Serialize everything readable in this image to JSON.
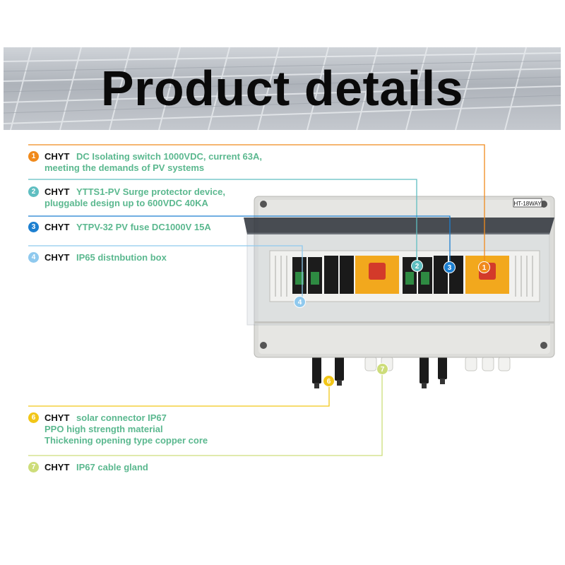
{
  "banner": {
    "title": "Product details"
  },
  "colors": {
    "c1": "#f08a1c",
    "c2": "#5fbec1",
    "c3": "#1c7fd0",
    "c4": "#8fc9ee",
    "c6": "#f2c617",
    "c7": "#cddd7a",
    "text_green": "#5bb88f"
  },
  "box": {
    "model_label": "HT-18WAY"
  },
  "callouts": [
    {
      "num": "1",
      "brand": "CHYT",
      "line1": "DC Isolating switch 1000VDC, current 63A,",
      "line2": "meeting the demands of PV systems",
      "line3": ""
    },
    {
      "num": "2",
      "brand": "CHYT",
      "line1": "YTTS1-PV Surge protector device,",
      "line2": "pluggable design up to 600VDC 40KA",
      "line3": ""
    },
    {
      "num": "3",
      "brand": "CHYT",
      "line1": "YTPV-32 PV fuse DC1000V 15A",
      "line2": "",
      "line3": ""
    },
    {
      "num": "4",
      "brand": "CHYT",
      "line1": "IP65 distnbution box",
      "line2": "",
      "line3": ""
    },
    {
      "num": "6",
      "brand": "CHYT",
      "line1": "solar connector IP67",
      "line2": "PPO high strength material",
      "line3": "Thickening opening type copper core"
    },
    {
      "num": "7",
      "brand": "CHYT",
      "line1": "IP67 cable gland",
      "line2": "",
      "line3": ""
    }
  ],
  "markers": [
    "1",
    "2",
    "3",
    "4",
    "6",
    "7"
  ]
}
